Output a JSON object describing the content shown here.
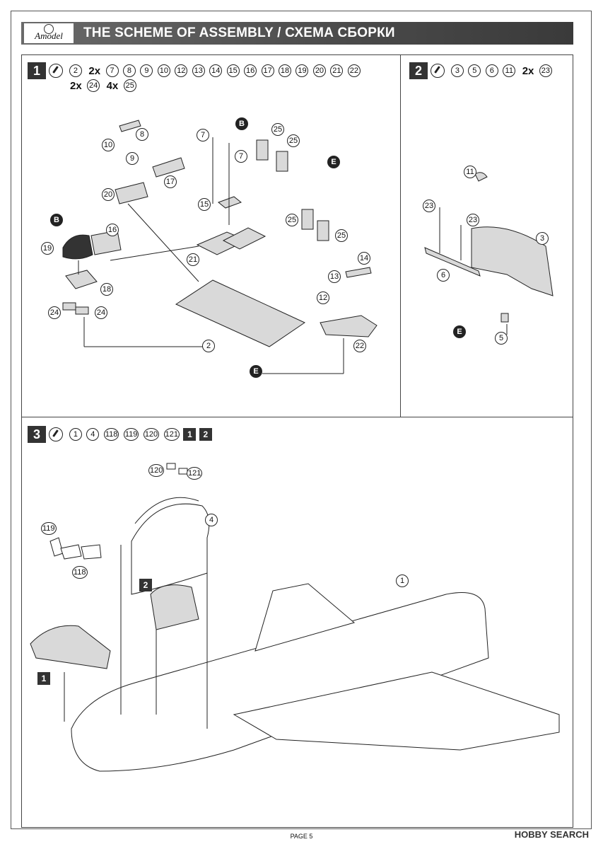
{
  "header": {
    "logo_text": "Amodel",
    "title": "THE SCHEME OF ASSEMBLY / СХЕМА СБОРКИ"
  },
  "step1": {
    "number": "1",
    "parts_row1": [
      "2"
    ],
    "qty_a": "2x",
    "parts_row1b": [
      "7",
      "8",
      "9",
      "10",
      "12",
      "13",
      "14",
      "15",
      "16",
      "17",
      "18",
      "19",
      "20",
      "21",
      "22"
    ],
    "qty_b": "2x",
    "part_b": "24",
    "qty_c": "4x",
    "part_c": "25",
    "labels": [
      "8",
      "10",
      "9",
      "17",
      "20",
      "7",
      "7",
      "25",
      "25",
      "15",
      "16",
      "19",
      "21",
      "25",
      "25",
      "18",
      "24",
      "24",
      "14",
      "13",
      "12",
      "2",
      "22"
    ],
    "glue_letters": [
      "B",
      "B",
      "E",
      "E"
    ]
  },
  "step2": {
    "number": "2",
    "parts": [
      "3",
      "5",
      "6",
      "11"
    ],
    "qty": "2x",
    "part_qty": "23",
    "labels": [
      "11",
      "23",
      "23",
      "3",
      "6",
      "5"
    ],
    "glue_letter": "E"
  },
  "step3": {
    "number": "3",
    "parts": [
      "1",
      "4",
      "118",
      "119",
      "120",
      "121"
    ],
    "sub_steps": [
      "1",
      "2"
    ],
    "labels": [
      "120",
      "121",
      "119",
      "4",
      "118",
      "1"
    ],
    "sub_step_markers": [
      "2",
      "1"
    ]
  },
  "footer": {
    "page": "PAGE 5",
    "watermark": "HOBBY SEARCH"
  },
  "colors": {
    "header_bg": "#4a4a4a",
    "line": "#222222",
    "part_fill": "#d9d9d9"
  }
}
